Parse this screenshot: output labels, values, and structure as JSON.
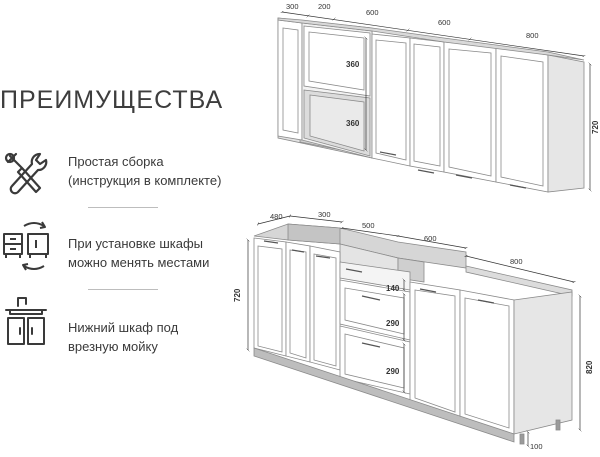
{
  "title": "ПРЕИМУЩЕСТВА",
  "features": [
    {
      "icon": "tools-icon",
      "line1": "Простая сборка",
      "line2": "(инструкция в комплекте)"
    },
    {
      "icon": "swap-cabinets-icon",
      "line1": "При установке шкафы",
      "line2": "можно менять местами"
    },
    {
      "icon": "sink-cabinet-icon",
      "line1": "Нижний шкаф под",
      "line2": "врезную мойку"
    }
  ],
  "upper_dims": {
    "w1": "300",
    "w2": "200",
    "w3": "600",
    "w4": "600",
    "w5": "800",
    "h_top": "360",
    "h_bottom": "360",
    "height": "720"
  },
  "lower_dims": {
    "w1": "480",
    "w2": "300",
    "w3": "500",
    "w4": "600",
    "w5": "800",
    "h_left": "720",
    "d1": "140",
    "d2": "290",
    "d3": "290",
    "height": "820",
    "leg": "100"
  }
}
